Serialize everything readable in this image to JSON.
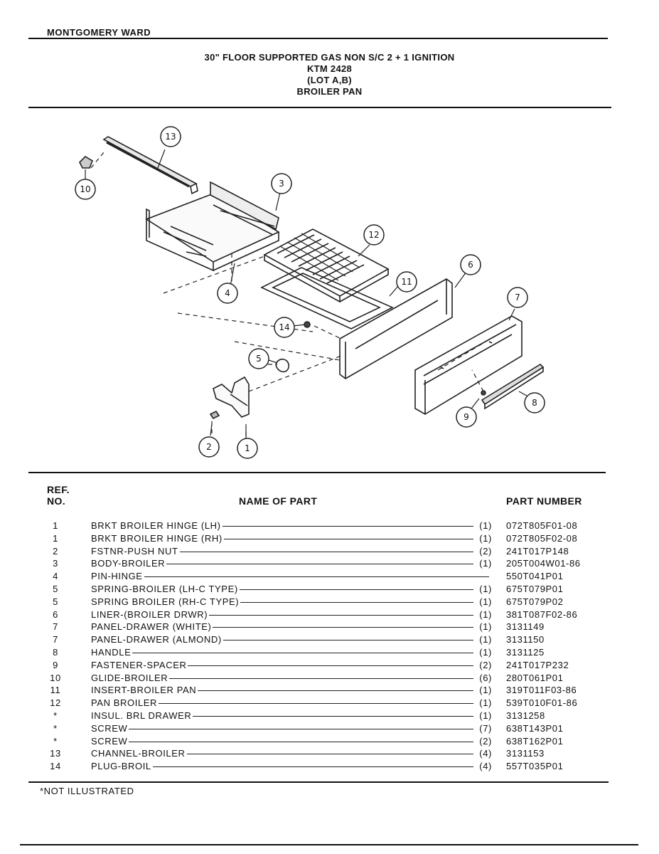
{
  "header": {
    "brand": "MONTGOMERY WARD",
    "title_lines": [
      "30\" FLOOR SUPPORTED GAS NON S/C 2 + 1 IGNITION",
      "KTM 2428",
      "(LOT A,B)",
      "BROILER PAN"
    ]
  },
  "diagram": {
    "callouts": [
      "13",
      "10",
      "3",
      "12",
      "4",
      "11",
      "6",
      "7",
      "14",
      "5",
      "8",
      "9",
      "2",
      "1"
    ]
  },
  "table": {
    "headers": {
      "ref": "REF.",
      "no": "NO.",
      "name": "NAME OF PART",
      "part_number": "PART NUMBER"
    },
    "rows": [
      {
        "ref": "1",
        "name": "BRKT BROILER HINGE (LH)",
        "qty": "(1)",
        "part_number": "072T805F01-08"
      },
      {
        "ref": "1",
        "name": "BRKT BROILER HINGE (RH)",
        "qty": "(1)",
        "part_number": "072T805F02-08"
      },
      {
        "ref": "2",
        "name": "FSTNR-PUSH NUT",
        "qty": "(2)",
        "part_number": "241T017P148"
      },
      {
        "ref": "3",
        "name": "BODY-BROILER",
        "qty": "(1)",
        "part_number": "205T004W01-86"
      },
      {
        "ref": "4",
        "name": "PIN-HINGE",
        "qty": "",
        "part_number": "550T041P01"
      },
      {
        "ref": "5",
        "name": "SPRING-BROILER (LH-C TYPE)",
        "qty": "(1)",
        "part_number": "675T079P01"
      },
      {
        "ref": "5",
        "name": "SPRING BROILER (RH-C TYPE)",
        "qty": "(1)",
        "part_number": "675T079P02"
      },
      {
        "ref": "6",
        "name": "LINER-(BROILER DRWR)",
        "qty": "(1)",
        "part_number": "381T087F02-86"
      },
      {
        "ref": "7",
        "name": "PANEL-DRAWER (WHITE)",
        "qty": "(1)",
        "part_number": "3131149"
      },
      {
        "ref": "7",
        "name": "PANEL-DRAWER (ALMOND)",
        "qty": "(1)",
        "part_number": "3131150"
      },
      {
        "ref": "8",
        "name": "HANDLE",
        "qty": "(1)",
        "part_number": "3131125"
      },
      {
        "ref": "9",
        "name": "FASTENER-SPACER",
        "qty": "(2)",
        "part_number": "241T017P232"
      },
      {
        "ref": "10",
        "name": "GLIDE-BROILER",
        "qty": "(6)",
        "part_number": "280T061P01"
      },
      {
        "ref": "11",
        "name": "INSERT-BROILER PAN",
        "qty": "(1)",
        "part_number": "319T011F03-86"
      },
      {
        "ref": "12",
        "name": "PAN BROILER",
        "qty": "(1)",
        "part_number": "539T010F01-86"
      },
      {
        "ref": "*",
        "name": "INSUL. BRL DRAWER",
        "qty": "(1)",
        "part_number": "3131258"
      },
      {
        "ref": "*",
        "name": "SCREW",
        "qty": "(7)",
        "part_number": "638T143P01"
      },
      {
        "ref": "*",
        "name": "SCREW",
        "qty": "(2)",
        "part_number": "638T162P01"
      },
      {
        "ref": "13",
        "name": "CHANNEL-BROILER",
        "qty": "(4)",
        "part_number": "3131153"
      },
      {
        "ref": "14",
        "name": "PLUG-BROIL",
        "qty": "(4)",
        "part_number": "557T035P01"
      }
    ]
  },
  "footer": {
    "note": "*NOT ILLUSTRATED"
  }
}
